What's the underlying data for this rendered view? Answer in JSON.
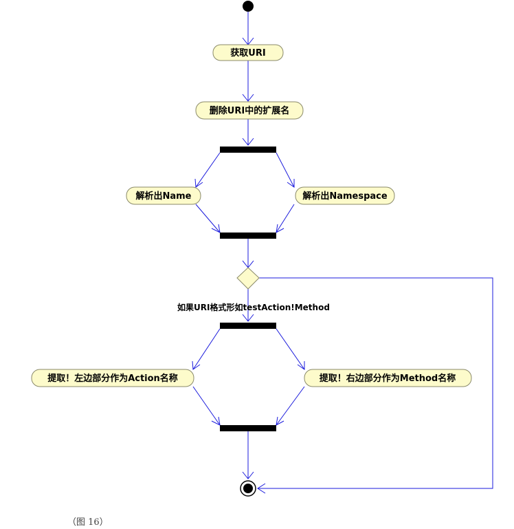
{
  "colors": {
    "flow": "#1a1adc",
    "activity_fill": "#fdfbcb",
    "activity_stroke": "#8a8a6a",
    "bar": "#000000",
    "decision_fill": "#fdfbcb"
  },
  "activities": {
    "get_uri": "获取URI",
    "delete_ext": "删除URI中的扩展名",
    "parse_name": "解析出Name",
    "parse_namespace": "解析出Namespace",
    "extract_action": "提取！左边部分作为Action名称",
    "extract_method": "提取！右边部分作为Method名称"
  },
  "guard": "如果URI格式形如testAction!Method",
  "caption": "（图 16）"
}
